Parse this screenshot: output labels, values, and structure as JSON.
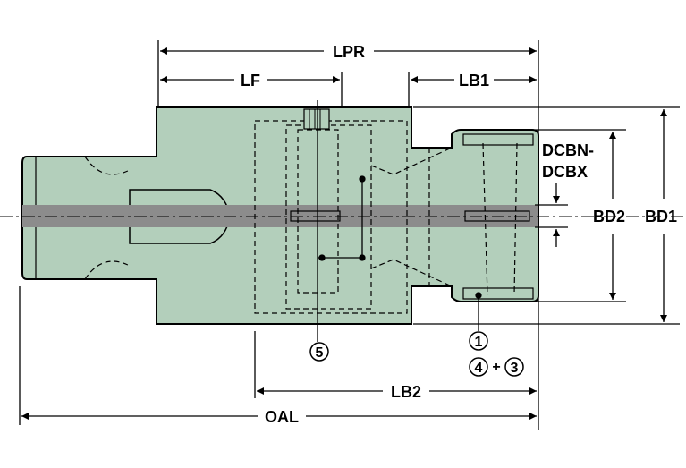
{
  "labels": {
    "lpr": "LPR",
    "lf": "LF",
    "lb1": "LB1",
    "dcbn_line1": "DCBN-",
    "dcbn_line2": "DCBX",
    "bd2": "BD2",
    "bd1": "BD1",
    "lb2": "LB2",
    "oal": "OAL"
  },
  "callouts": {
    "c5": "5",
    "c1": "1",
    "c4": "4",
    "c3": "3",
    "plus": "+"
  },
  "colors": {
    "body_fill": "#b3cfbb",
    "center_band": "#8c8c8c",
    "outline": "#000000",
    "background": "#ffffff"
  }
}
